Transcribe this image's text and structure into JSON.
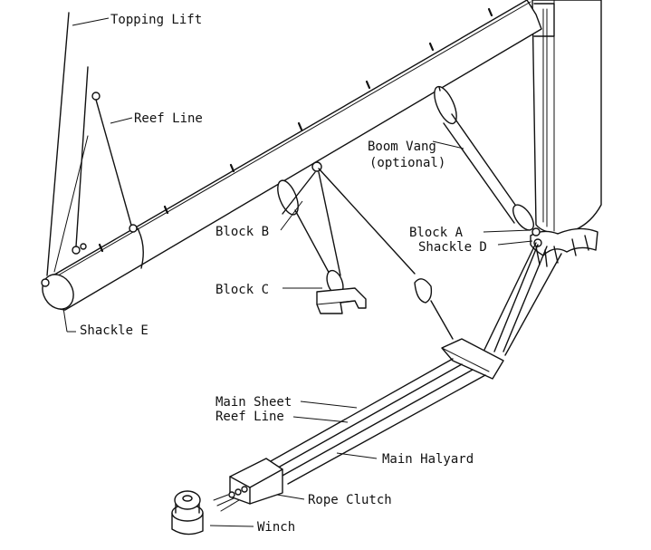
{
  "labels": {
    "topping_lift": "Topping Lift",
    "reef_line_top": "Reef Line",
    "boom_vang": "Boom Vang",
    "boom_vang_note": "(optional)",
    "block_a": "Block A",
    "shackle_d": "Shackle D",
    "block_b": "Block B",
    "block_c": "Block C",
    "shackle_e": "Shackle E",
    "main_sheet": "Main Sheet",
    "reef_line_bottom": "Reef Line",
    "main_halyard": "Main Halyard",
    "rope_clutch": "Rope Clutch",
    "winch": "Winch"
  },
  "colors": {
    "ink": "#111111",
    "paper": "#ffffff"
  }
}
